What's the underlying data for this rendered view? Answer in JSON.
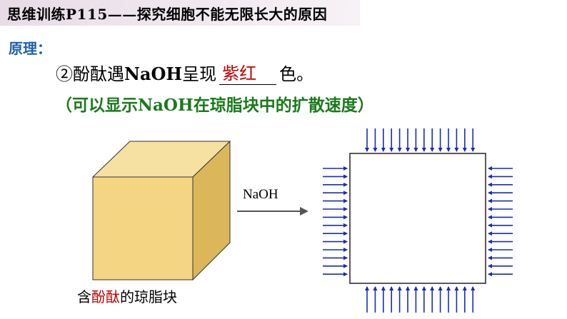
{
  "title": "思维训练P115——探究细胞不能无限长大的原因",
  "principle_label": "原理：",
  "statement": {
    "prefix": "②酚酞遇",
    "naoh": "NaOH",
    "middle": "呈现",
    "answer": "紫红",
    "suffix": "色。"
  },
  "note": "（可以显示NaOH在琼脂块中的扩散速度）",
  "cube_caption": {
    "part1": "含",
    "highlight": "酚酞",
    "part2": "的琼脂块"
  },
  "arrow_label": "NaOH",
  "colors": {
    "title_bg": "#ede3ec",
    "principle": "#1f5fa8",
    "answer": "#c00000",
    "note": "#1a7a1a",
    "cube_front": "#f4d584",
    "cube_top": "#f6e0a2",
    "cube_side": "#dcb75a",
    "arrows": "#1a2bb5"
  }
}
